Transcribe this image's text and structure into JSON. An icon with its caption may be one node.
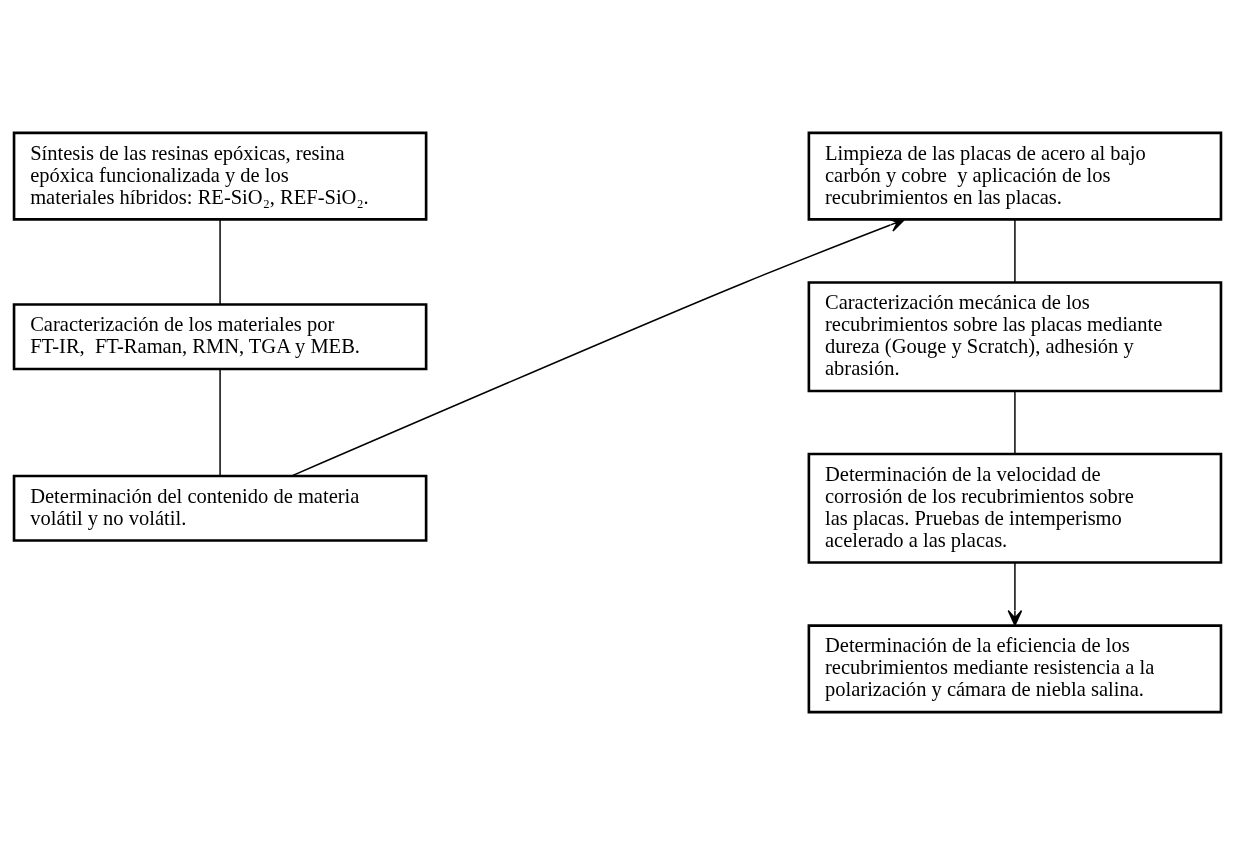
{
  "diagram": {
    "nodes": [
      {
        "text": [
          "Síntesis de las resinas epóxicas, resina epóxica funcionalizada y de los materiales híbridos: RE-SiO₂, REF-SiO₂."
        ]
      },
      {
        "text": [
          "Caracterización de los materiales por FT-IR,  FT-Raman, RMN, TGA y MEB."
        ]
      },
      {
        "text": [
          "Determinación del contenido de materia volátil y no volátil."
        ]
      },
      {
        "text": [
          "Limpieza de las placas de acero al bajo carbón y cobre  y aplicación de los recubrimientos en las placas."
        ]
      },
      {
        "text": [
          "Caracterización mecánica de los recubrimientos sobre las placas mediante dureza (Gouge y Scratch), adhesión y abrasión."
        ]
      },
      {
        "text": [
          "Determinación de la velocidad de corrosión de los recubrimientos sobre las placas. Pruebas de intemperismo acelerado a las placas."
        ]
      },
      {
        "text": [
          "Determinación de la eficiencia de los recubrimientos mediante resistencia a la polarización y cámara de niebla salina."
        ]
      }
    ],
    "edges": [
      {
        "from": 0,
        "to": 1,
        "arrow": "none"
      },
      {
        "from": 1,
        "to": 2,
        "arrow": "none"
      },
      {
        "from": 2,
        "to": 3,
        "arrow": "to"
      },
      {
        "from": 3,
        "to": 4,
        "arrow": "none"
      },
      {
        "from": 4,
        "to": 5,
        "arrow": "none"
      },
      {
        "from": 5,
        "to": 6,
        "arrow": "to"
      }
    ]
  }
}
